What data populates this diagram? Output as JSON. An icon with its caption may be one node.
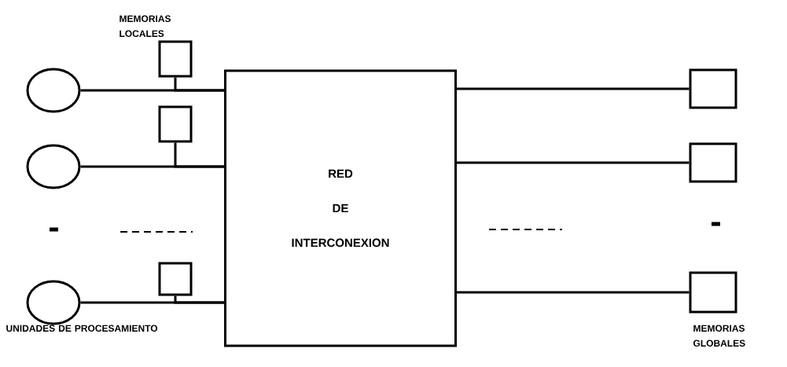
{
  "diagram": {
    "nodes": [
      {
        "text": [],
        "shape": "circle"
      },
      {
        "text": [],
        "shape": "circle"
      },
      {
        "text": [],
        "shape": "circle"
      },
      {
        "text": [],
        "shape": "box"
      },
      {
        "text": [],
        "shape": "box"
      },
      {
        "text": [],
        "shape": "box"
      },
      {
        "text": [
          "RED",
          "DE",
          "INTERCONEXION"
        ]
      },
      {
        "text": [],
        "shape": "box"
      },
      {
        "text": [],
        "shape": "box"
      },
      {
        "text": [],
        "shape": "box"
      }
    ],
    "edges": [
      {
        "from": 0,
        "to": 6,
        "arrow": "none"
      },
      {
        "from": 1,
        "to": 6,
        "arrow": "none"
      },
      {
        "from": 2,
        "to": 6,
        "arrow": "none"
      },
      {
        "from": 3,
        "to": 6,
        "arrow": "none"
      },
      {
        "from": 4,
        "to": 6,
        "arrow": "none"
      },
      {
        "from": 5,
        "to": 6,
        "arrow": "none"
      },
      {
        "from": 6,
        "to": 7,
        "arrow": "none"
      },
      {
        "from": 6,
        "to": 8,
        "arrow": "none"
      },
      {
        "from": 6,
        "to": 9,
        "arrow": "none"
      }
    ],
    "labels": [
      "MEMORIAS LOCALES",
      "UNIDADES DE PROCESAMIENTO",
      "MEMORIAS GLOBALES"
    ]
  }
}
